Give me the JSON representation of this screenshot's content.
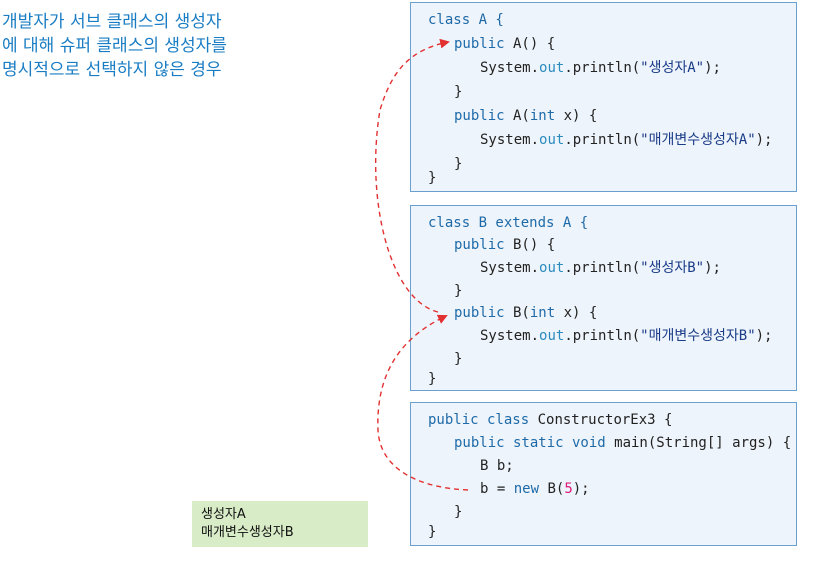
{
  "caption": {
    "lines": [
      "개발자가 서브 클래스의 생성자",
      "에 대해 슈퍼 클래스의 생성자를",
      "명시적으로 선택하지 않은 경우"
    ]
  },
  "code": {
    "class_a": {
      "line1": "class A {",
      "line2_kw": "public",
      "line2_rest": " A() {",
      "line3_a": "System.",
      "line3_out": "out",
      "line3_b": ".println(",
      "line3_str": "\"생성자A\"",
      "line3_c": ");",
      "line4": "}",
      "line5_kw": "public",
      "line5_a": " A(",
      "line5_int": "int",
      "line5_b": " x) {",
      "line6_a": "System.",
      "line6_out": "out",
      "line6_b": ".println(",
      "line6_str": "\"매개변수생성자A\"",
      "line6_c": ");",
      "line7": "}",
      "line8": "}"
    },
    "class_b": {
      "line1": "class B extends A {",
      "line2_kw": "public",
      "line2_rest": " B() {",
      "line3_a": "System.",
      "line3_out": "out",
      "line3_b": ".println(",
      "line3_str": "\"생성자B\"",
      "line3_c": ");",
      "line4": "}",
      "line5_kw": "public",
      "line5_a": " B(",
      "line5_int": "int",
      "line5_b": " x) {",
      "line6_a": "System.",
      "line6_out": "out",
      "line6_b": ".println(",
      "line6_str": "\"매개변수생성자B\"",
      "line6_c": ");",
      "line7": "}",
      "line8": "}"
    },
    "main_class": {
      "line1_kw": "public class",
      "line1_rest": " ConstructorEx3 {",
      "line2_kw": "public static void",
      "line2_rest": " main(String[] args) {",
      "line3": "B b;",
      "line4_a": "b = ",
      "line4_new": "new",
      "line4_b": " B(",
      "line4_num": "5",
      "line4_c": ");",
      "line5": "}",
      "line6": "}"
    }
  },
  "output": {
    "lines": [
      "생성자A",
      "매개변수생성자B"
    ]
  },
  "colors": {
    "caption": "#1a7dc4",
    "box_fill": "#eef4fb",
    "box_border": "#6a9fd0",
    "keyword": "#1e6aa8",
    "arrow": "#e23030",
    "output_fill": "#d9ecc8",
    "number": "#e0187a"
  }
}
